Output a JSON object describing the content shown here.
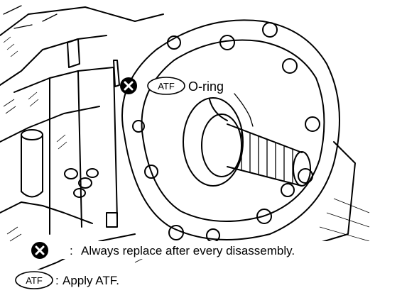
{
  "callout": {
    "badge": "ATF",
    "part_label": "O-ring",
    "icon": "replace-x-icon"
  },
  "legend": {
    "items": [
      {
        "icon": "replace-x-icon",
        "separator": ":",
        "text": "Always replace after every disassembly."
      },
      {
        "badge": "ATF",
        "separator": ":",
        "text": "Apply ATF."
      }
    ]
  },
  "colors": {
    "ink": "#000000",
    "paper": "#ffffff"
  }
}
